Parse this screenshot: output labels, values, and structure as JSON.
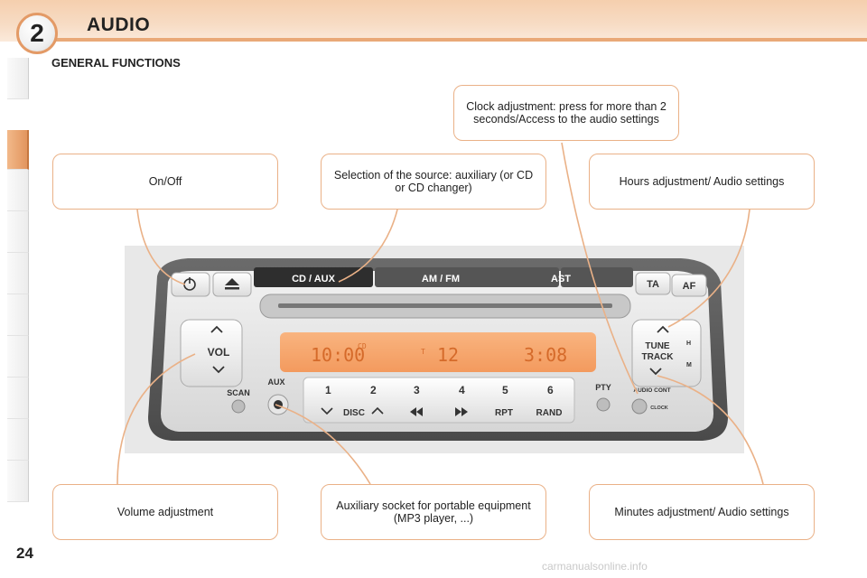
{
  "header": {
    "chapter": "2",
    "title": "AUDIO"
  },
  "section_title": "GENERAL FUNCTIONS",
  "callouts": {
    "clock": "Clock adjustment: press for more than 2 seconds/Access to the audio settings",
    "on_off": "On/Off",
    "source": "Selection of the source: auxiliary (or CD or CD changer)",
    "hours": "Hours adjustment/ Audio settings",
    "volume": "Volume adjustment",
    "aux_socket": "Auxiliary socket for portable equipment (MP3 player, ...)",
    "minutes": "Minutes adjustment/ Audio settings"
  },
  "radio": {
    "source_buttons": [
      "CD / AUX",
      "AM / FM",
      "AST"
    ],
    "ta": "TA",
    "af": "AF",
    "display": {
      "time": "10:00",
      "cd": "CD",
      "t": "T",
      "track": "12",
      "elapsed": "3:08"
    },
    "vol": "VOL",
    "scan": "SCAN",
    "aux": "AUX",
    "presets": [
      "1",
      "2",
      "3",
      "4",
      "5",
      "6"
    ],
    "disc": "DISC",
    "rpt": "RPT",
    "rand": "RAND",
    "pty": "PTY",
    "tune": "TUNE",
    "track_label": "TRACK",
    "h_mark": "H",
    "m_mark": "M",
    "audio_cont": "AUDIO CONT",
    "clock": "CLOCK"
  },
  "page_number": "24",
  "watermark": "carmanualsonline.info",
  "colors": {
    "accent": "#e9a978",
    "display": "#f5a56e",
    "panel": "#d8d8d8"
  }
}
